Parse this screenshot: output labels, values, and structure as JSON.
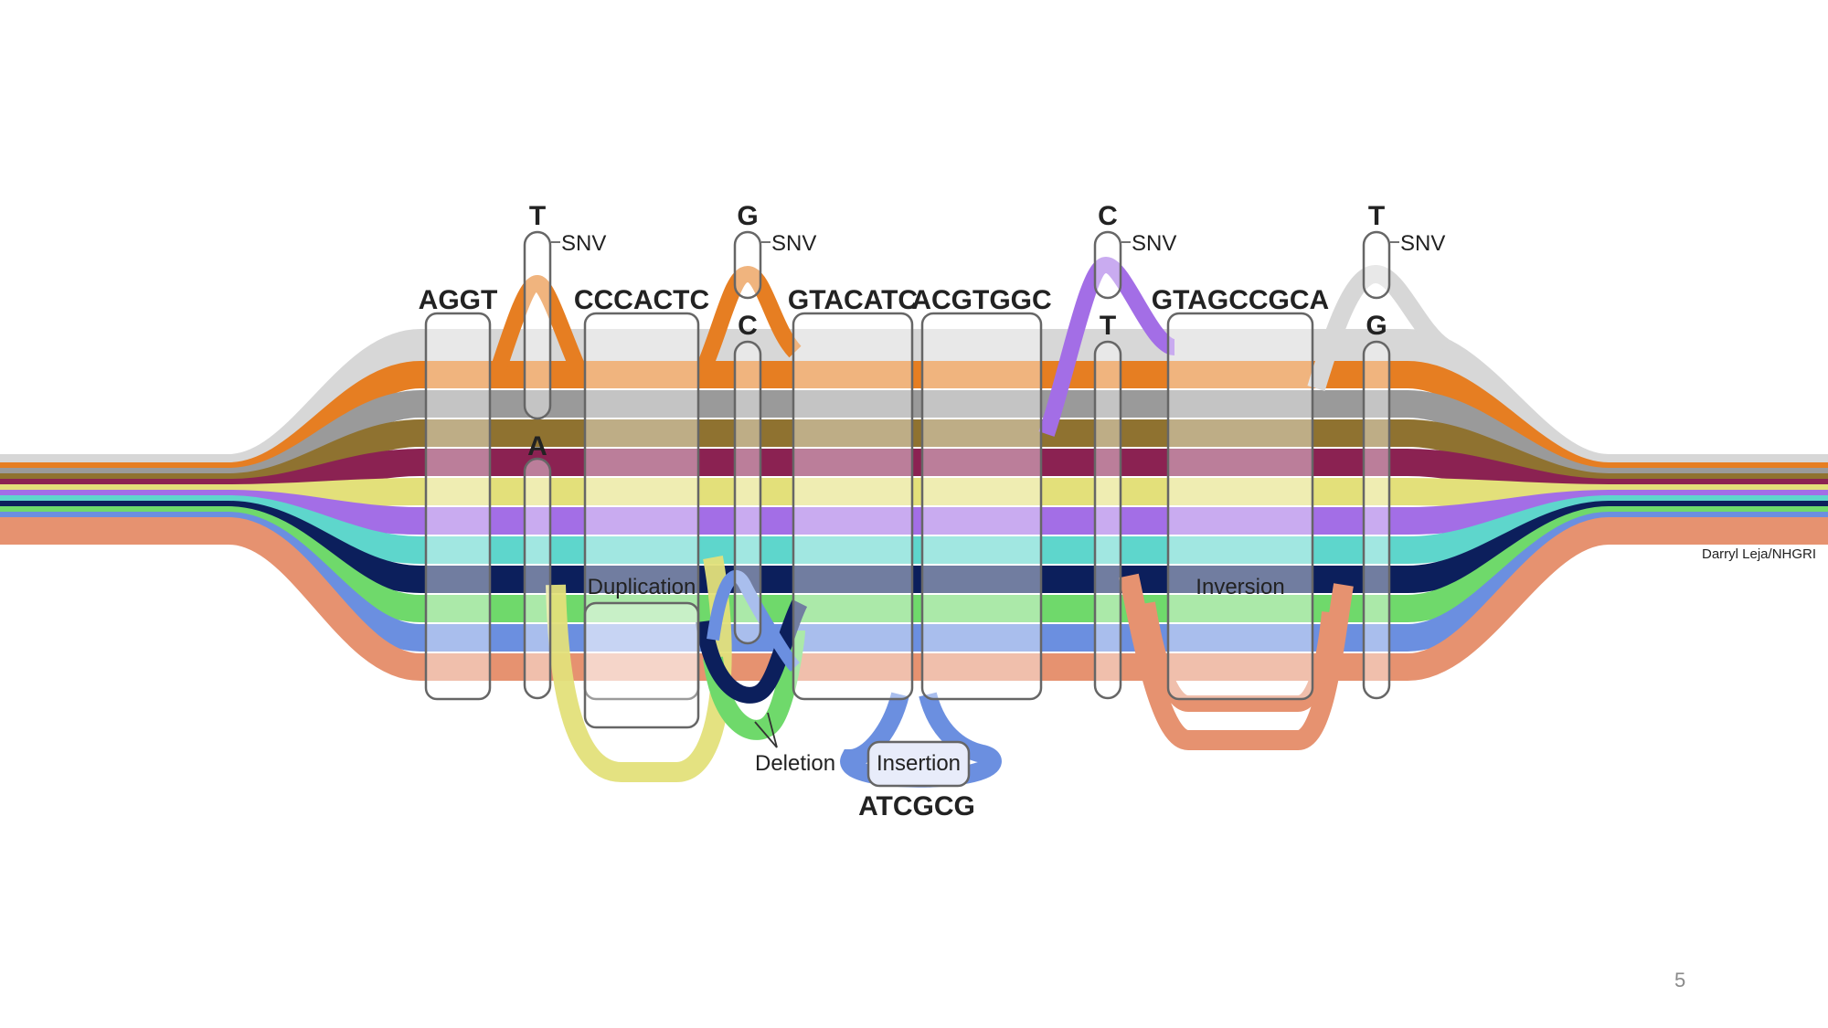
{
  "diagram": {
    "segments": [
      "AGGT",
      "CCCACTC",
      "GTACATC",
      "ACGTGGC",
      "GTAGCCGCA"
    ],
    "variants": [
      {
        "top": "T",
        "bottom": "A",
        "label": "SNV"
      },
      {
        "top": "G",
        "bottom": "C",
        "label": "SNV"
      },
      {
        "top": "C",
        "bottom": "T",
        "label": "SNV"
      },
      {
        "top": "T",
        "bottom": "G",
        "label": "SNV"
      }
    ],
    "annotations": {
      "duplication": "Duplication",
      "deletion": "Deletion",
      "insertion": "Insertion",
      "insertion_sequence": "ATCGCG",
      "inversion": "Inversion"
    },
    "strand_colors": [
      "#d7d7d7",
      "#e67e22",
      "#9a9a9a",
      "#8f7230",
      "#8b2252",
      "#e3e07a",
      "#a36ee6",
      "#5ed6cc",
      "#0c1f5c",
      "#6fd96b",
      "#6b8fe0",
      "#e69270"
    ]
  },
  "credit": "Darryl Leja/NHGRI",
  "page_number": "5"
}
